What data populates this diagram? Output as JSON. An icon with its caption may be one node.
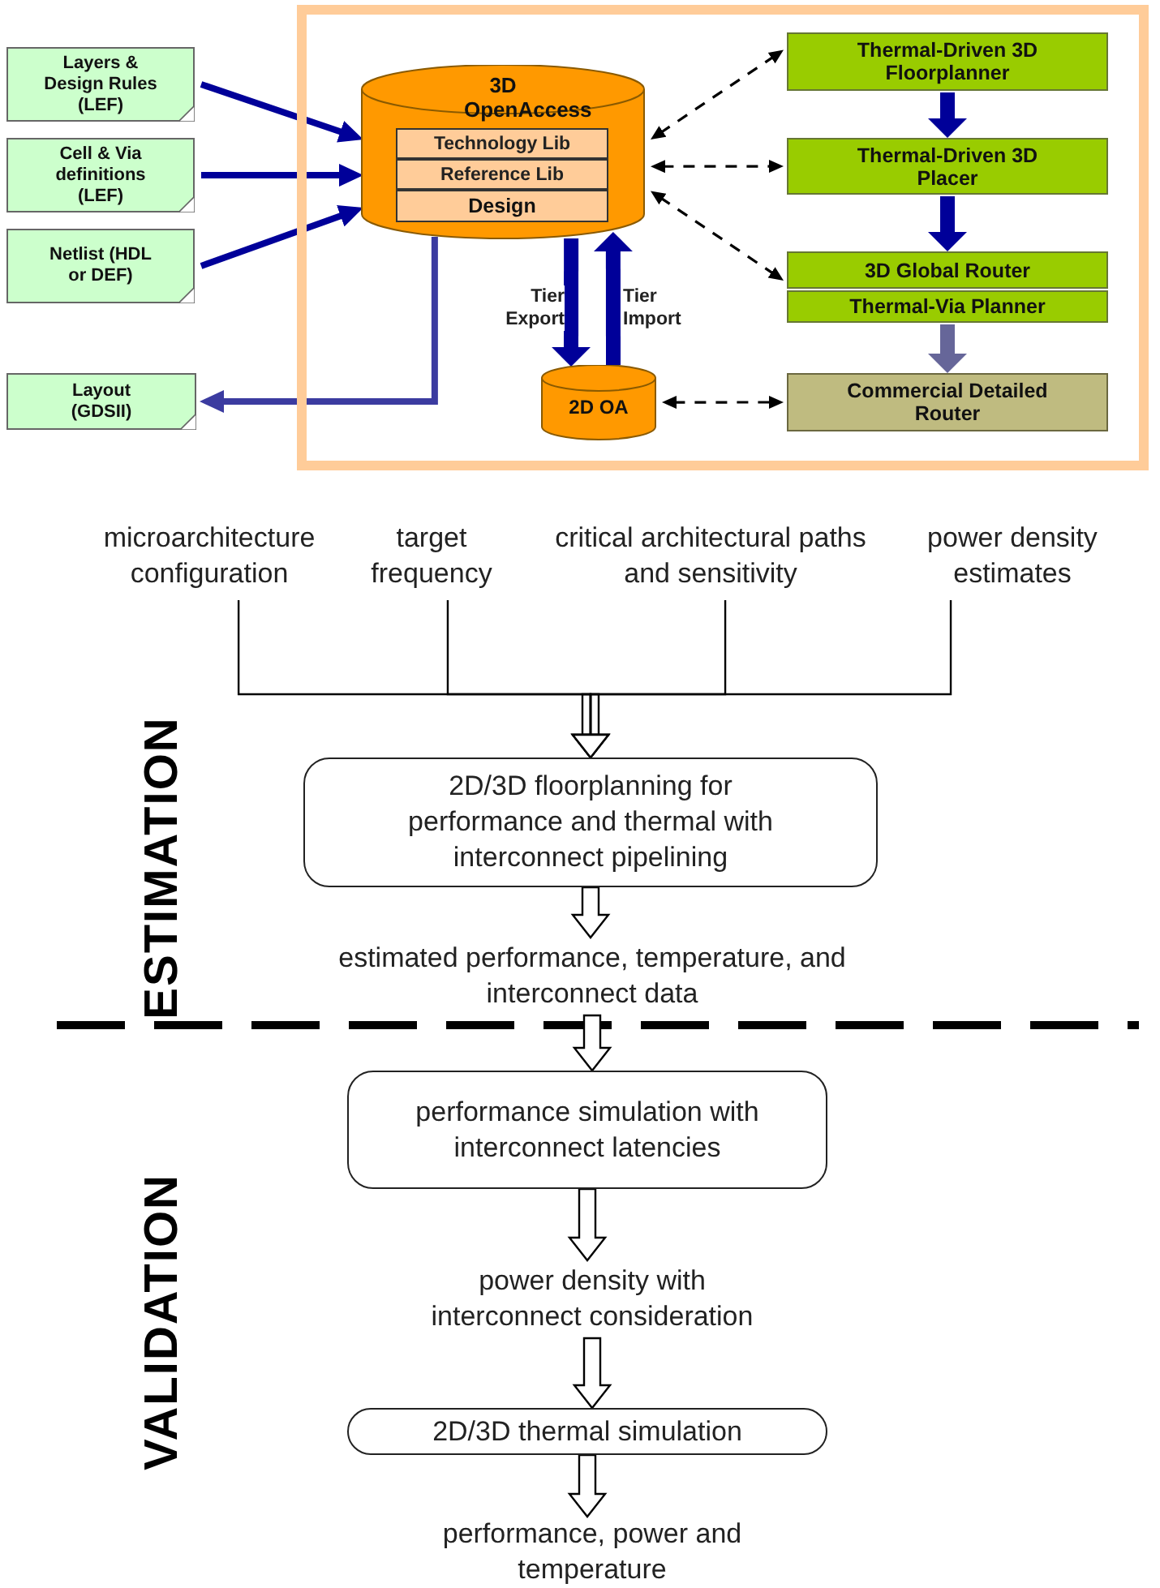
{
  "diagram": {
    "nodes": [
      {
        "text": [],
        "shape": "box"
      },
      {
        "text": [
          "Layers & Design Rules (LEF)"
        ]
      },
      {
        "text": [
          "Cell & Via definitions (LEF)"
        ]
      },
      {
        "text": [
          "Netlist (HDL or DEF)"
        ]
      },
      {
        "text": [
          "Layout (GDSII)"
        ]
      },
      {
        "text": [
          "3D OpenAccess"
        ],
        "in": 0
      },
      {
        "text": [
          "Technology Lib"
        ],
        "in": 5
      },
      {
        "text": [
          "Reference Lib"
        ],
        "in": 5
      },
      {
        "text": [
          "Design"
        ],
        "in": 5
      },
      {
        "text": [
          "2D OA"
        ],
        "in": 0
      },
      {
        "text": [
          "Thermal-Driven 3D Floorplanner"
        ],
        "in": 0
      },
      {
        "text": [
          "Thermal-Driven 3D Placer"
        ],
        "in": 0
      },
      {
        "text": [
          "3D Global Router"
        ],
        "in": 0
      },
      {
        "text": [
          "Thermal-Via Planner"
        ],
        "in": 0
      },
      {
        "text": [
          "Commercial Detailed Router"
        ],
        "in": 0
      },
      {
        "text": [
          "microarchitecture configuration"
        ]
      },
      {
        "text": [
          "target frequency"
        ]
      },
      {
        "text": [
          "critical architectural paths and sensitivity"
        ]
      },
      {
        "text": [
          "power density estimates"
        ]
      },
      {
        "text": [
          "2D/3D floorplanning for performance and thermal with interconnect pipelining"
        ]
      },
      {
        "text": [
          "estimated performance, temperature, and interconnect data"
        ]
      },
      {
        "text": [
          "performance simulation with interconnect latencies"
        ]
      },
      {
        "text": [
          "power density with interconnect consideration"
        ]
      },
      {
        "text": [
          "2D/3D thermal simulation"
        ]
      },
      {
        "text": [
          "performance, power and temperature"
        ]
      }
    ],
    "edges": [
      {
        "from": 1,
        "to": 5,
        "arrow": "to",
        "color": "#000099"
      },
      {
        "from": 2,
        "to": 5,
        "arrow": "to",
        "color": "#000099"
      },
      {
        "from": 3,
        "to": 5,
        "arrow": "to",
        "color": "#000099"
      },
      {
        "from": 5,
        "to": 4,
        "arrow": "to",
        "color": "#3b3ba0"
      },
      {
        "from": 5,
        "to": 10,
        "arrow": "both",
        "style": "dashed",
        "color": "#000000"
      },
      {
        "from": 5,
        "to": 11,
        "arrow": "both",
        "style": "dashed",
        "color": "#000000"
      },
      {
        "from": 5,
        "to": 12,
        "arrow": "both",
        "style": "dashed",
        "color": "#000000"
      },
      {
        "from": 9,
        "to": 14,
        "arrow": "both",
        "style": "dashed",
        "color": "#000000"
      },
      {
        "from": 10,
        "to": 11,
        "arrow": "to",
        "style": "thick",
        "color": "#000099"
      },
      {
        "from": 11,
        "to": 12,
        "arrow": "to",
        "style": "thick",
        "color": "#000099"
      },
      {
        "from": 13,
        "to": 14,
        "arrow": "to",
        "style": "thick",
        "color": "#666699"
      },
      {
        "from": 5,
        "to": 9,
        "arrow": "to",
        "style": "thick",
        "color": "#000099",
        "label": "Tier Export"
      },
      {
        "from": 9,
        "to": 5,
        "arrow": "to",
        "style": "thick",
        "color": "#000099",
        "label": "Tier Import"
      },
      {
        "from": 15,
        "to": 19,
        "arrow": "to"
      },
      {
        "from": 16,
        "to": 19,
        "arrow": "to"
      },
      {
        "from": 17,
        "to": 19,
        "arrow": "to"
      },
      {
        "from": 18,
        "to": 19,
        "arrow": "to"
      },
      {
        "from": 19,
        "to": 20,
        "arrow": "to"
      },
      {
        "from": 20,
        "to": 21,
        "arrow": "to"
      },
      {
        "from": 21,
        "to": 22,
        "arrow": "to"
      },
      {
        "from": 22,
        "to": 23,
        "arrow": "to"
      },
      {
        "from": 23,
        "to": 24,
        "arrow": "to"
      }
    ],
    "labels": [
      "ESTIMATION",
      "VALIDATION"
    ]
  }
}
